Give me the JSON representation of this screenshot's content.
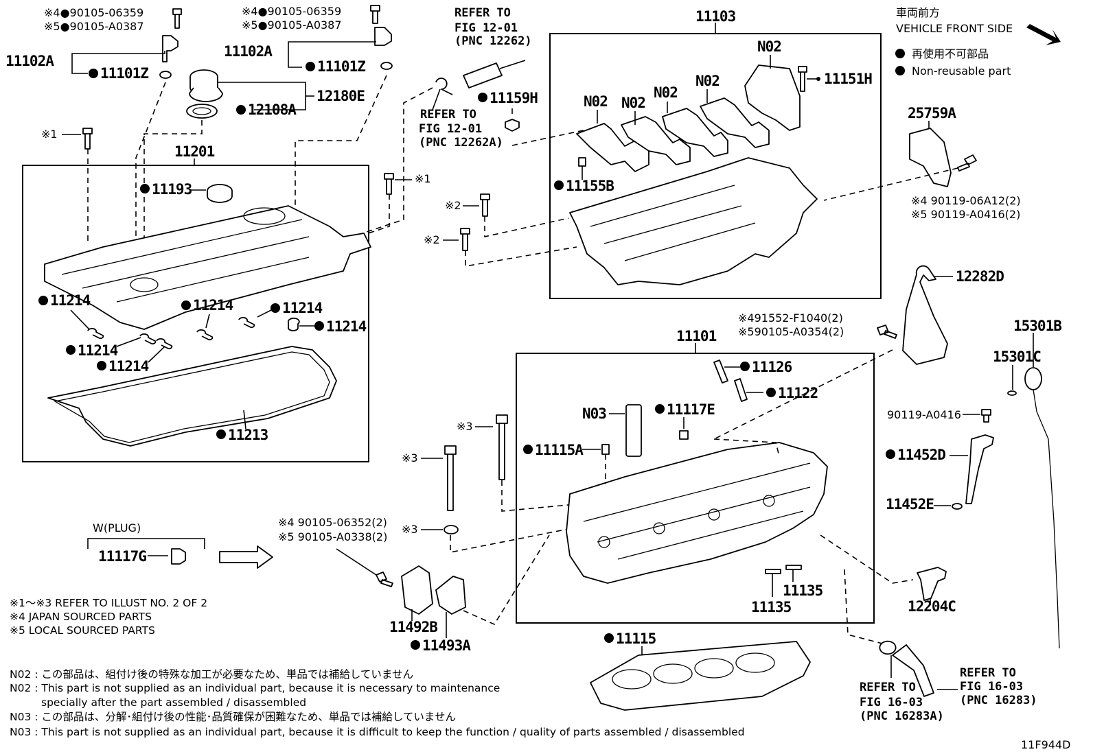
{
  "legend": {
    "front_jp": "車両前方",
    "front_en": "VEHICLE FRONT SIDE",
    "nonreuse_jp": "再使用不可部品",
    "nonreuse_en": "Non-reusable part"
  },
  "labels": {
    "p11102A_l": "11102A",
    "p11101Z_l": "11101Z",
    "p90105_06359_l": "※4●90105-06359",
    "p90105_A0387_l": "※5●90105-A0387",
    "p11102A_r": "11102A",
    "p11101Z_r": "11101Z",
    "p90105_06359_r": "※4●90105-06359",
    "p90105_A0387_r": "※5●90105-A0387",
    "p12180E": "12180E",
    "p12108A": "12108A",
    "p11201": "11201",
    "p11193": "11193",
    "p11214a": "11214",
    "p11214b": "11214",
    "p11214c": "11214",
    "p11214d": "11214",
    "p11214e": "11214",
    "p11214f": "11214",
    "p11213": "11213",
    "p11159H": "11159H",
    "p11103": "11103",
    "p11151H": "11151H",
    "p11155B": "11155B",
    "n02a": "N02",
    "n02b": "N02",
    "n02c": "N02",
    "n02d": "N02",
    "n02e": "N02",
    "p25759A": "25759A",
    "p90119_06A12": "※4 90119-06A12(2)",
    "p90119_A0416b": "※5 90119-A0416(2)",
    "p12282D": "12282D",
    "p91552": "※491552-F1040(2)",
    "p90105_A0354": "※590105-A0354(2)",
    "p11101": "11101",
    "p11126": "11126",
    "p11122": "11122",
    "n03": "N03",
    "p11117E": "11117E",
    "p11115A": "11115A",
    "p15301B": "15301B",
    "p15301C": "15301C",
    "p90119_A0416": "90119-A0416",
    "p11452D": "11452D",
    "p11452E": "11452E",
    "p12204C": "12204C",
    "p11135a": "11135",
    "p11135b": "11135",
    "p11115": "11115",
    "p11492B": "11492B",
    "p11493A": "11493A",
    "p90105_06352": "※4 90105-06352(2)",
    "p90105_A0338": "※5 90105-A0338(2)",
    "plug_title": "W(PLUG)",
    "p11117G": "11117G",
    "star1": "※1",
    "star1b": "※1",
    "star2a": "※2",
    "star2b": "※2",
    "star3a": "※3",
    "star3b": "※3",
    "star3c": "※3",
    "sheet_id": "11F944D"
  },
  "refs": {
    "r1": [
      "REFER TO",
      "FIG 12-01",
      "(PNC 12262)"
    ],
    "r2": [
      "REFER TO",
      "FIG 12-01",
      "(PNC 12262A)"
    ],
    "r3": [
      "REFER TO",
      "FIG 16-03",
      "(PNC 16283A)"
    ],
    "r4": [
      "REFER TO",
      "FIG 16-03",
      "(PNC 16283)"
    ]
  },
  "footnotes": {
    "f1": "※1～※3  REFER TO ILLUST NO. 2 OF 2",
    "f2": "※4  JAPAN SOURCED PARTS",
    "f3": "※5  LOCAL SOURCED PARTS"
  },
  "notes": {
    "n02_jp": "N02 : この部品は、組付け後の特殊な加工が必要なため、単品では補給していません",
    "n02_en1": "N02 : This part is not supplied as an individual part, because it is necessary to maintenance",
    "n02_en2": "specially after the part assembled / disassembled",
    "n03_jp": "N03 : この部品は、分解･組付け後の性能･品質確保が困難なため、単品では補給していません",
    "n03_en": "N03 : This part is not supplied as an individual part, because it is difficult to keep the function / quality of parts  assembled / disassembled"
  }
}
